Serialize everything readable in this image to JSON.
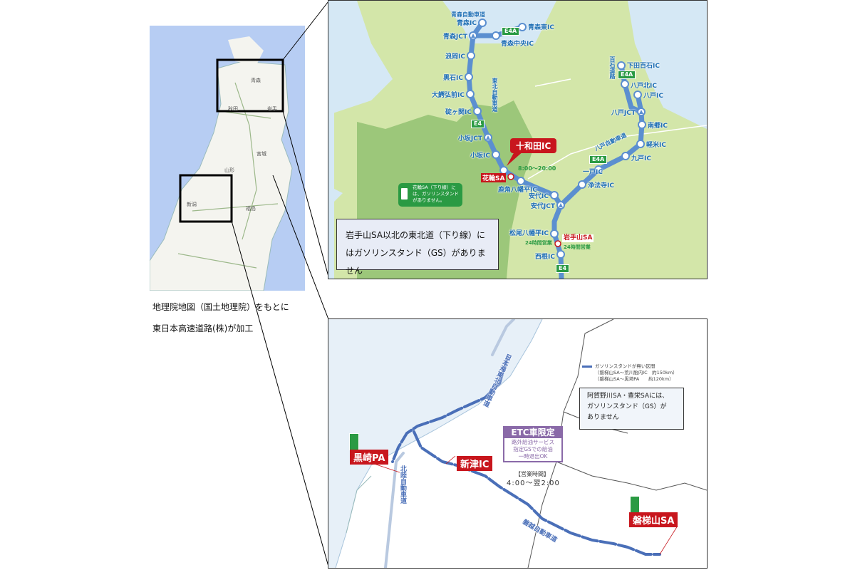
{
  "overview_map": {
    "prefectures": [
      "青森",
      "秋田",
      "岩手",
      "山形",
      "宮城",
      "新潟",
      "福島"
    ],
    "caption_line1": "地理院地図（国土地理院）をもとに",
    "caption_line2": "東日本高速道路(株)が加工"
  },
  "north_map": {
    "roads": {
      "tohoku": "東北自動車道",
      "aomori": "青森自動車道",
      "hachinohe": "八戸自動車道",
      "hyakuishi": "百石道路"
    },
    "route_badges": {
      "e4": "E4",
      "e4a": "E4A"
    },
    "interchanges": [
      "青森IC",
      "青森JCT",
      "青森中央IC",
      "青森東IC",
      "浪岡IC",
      "黒石IC",
      "大鰐弘前IC",
      "碇ヶ関IC",
      "小坂JCT",
      "小坂IC",
      "鹿角八幡平IC",
      "安代IC",
      "安代JCT",
      "松尾八幡平IC",
      "西根IC",
      "浄法寺IC",
      "一戸IC",
      "九戸IC",
      "軽米IC",
      "南郷IC",
      "八戸JCT",
      "八戸IC",
      "八戸北IC",
      "下田百石IC"
    ],
    "towada_callout": "十和田IC",
    "towada_hours": "8:00～20:00",
    "hanawa_sa": "花輪SA",
    "hanawa_note": "花輪SA（下り線）には、ガソリンスタンドがありません。",
    "iwatesan_sa": "岩手山SA",
    "iwatesan_hours_left": "24時間営業",
    "iwatesan_hours_right": "24時間営業",
    "notice_line1": "岩手山SA以北の東北道（下り線）に",
    "notice_line2": "はガソリンスタンド（GS）がありません",
    "colors": {
      "road": "#5b8fd0",
      "land": "#d3e6a9",
      "mountain": "#9cc77a",
      "sea": "#d5e8f5",
      "accent": "#c8161d",
      "green": "#2a9a43"
    }
  },
  "south_map": {
    "roads": {
      "nihonkai": "日本海東北自動車道",
      "hokuriku": "北陸自動車道",
      "banetsu": "磐越自動車道"
    },
    "kurosaki_pa": "黒崎PA",
    "niitsu_ic": "新津IC",
    "bandaisan_sa": "磐梯山SA",
    "etc_title": "ETC車限定",
    "etc_lines": [
      "路外給油サービス",
      "指定GSでの給油",
      "一時退出OK"
    ],
    "hours_title": "【営業時間】",
    "hours_value": "4:00～翌2:00",
    "legend_title": "ガソリンスタンドが無い区間",
    "legend_line1": "（磐梯山SA～荒川胎内IC　約150km）",
    "legend_line2": "（磐梯山SA～黒埼PA　　約120km）",
    "note_line1": "阿賀野川SA・豊栄SAには、",
    "note_line2": "ガソリンスタンド（GS）が",
    "note_line3": "ありません",
    "colors": {
      "road": "#4a6fb8",
      "etc": "#8a6aa8",
      "accent": "#c8161d"
    }
  }
}
